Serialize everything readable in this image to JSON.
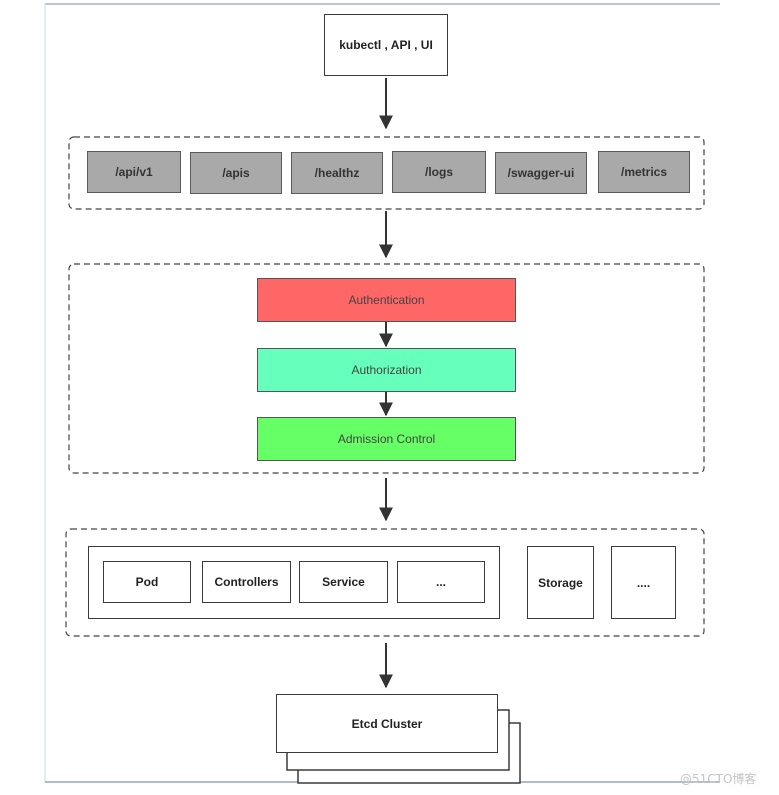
{
  "client": {
    "label": "kubectl , API , UI"
  },
  "endpoints": [
    "/api/v1",
    "/apis",
    "/healthz",
    "/logs",
    "/swagger-ui",
    "/metrics"
  ],
  "stages": [
    {
      "label": "Authentication",
      "color": "#ff6666"
    },
    {
      "label": "Authorization",
      "color": "#66ffbb"
    },
    {
      "label": "Admission Control",
      "color": "#66ff66"
    }
  ],
  "resources": [
    "Pod",
    "Controllers",
    "Service",
    "..."
  ],
  "storage": {
    "label": "Storage",
    "more": "...."
  },
  "etcd": {
    "label": "Etcd Cluster"
  },
  "watermark": "@51CTO博客",
  "colors": {
    "endpoint_fill": "#a9a9a9",
    "line": "#333333",
    "frame": "#9aa7b6"
  }
}
